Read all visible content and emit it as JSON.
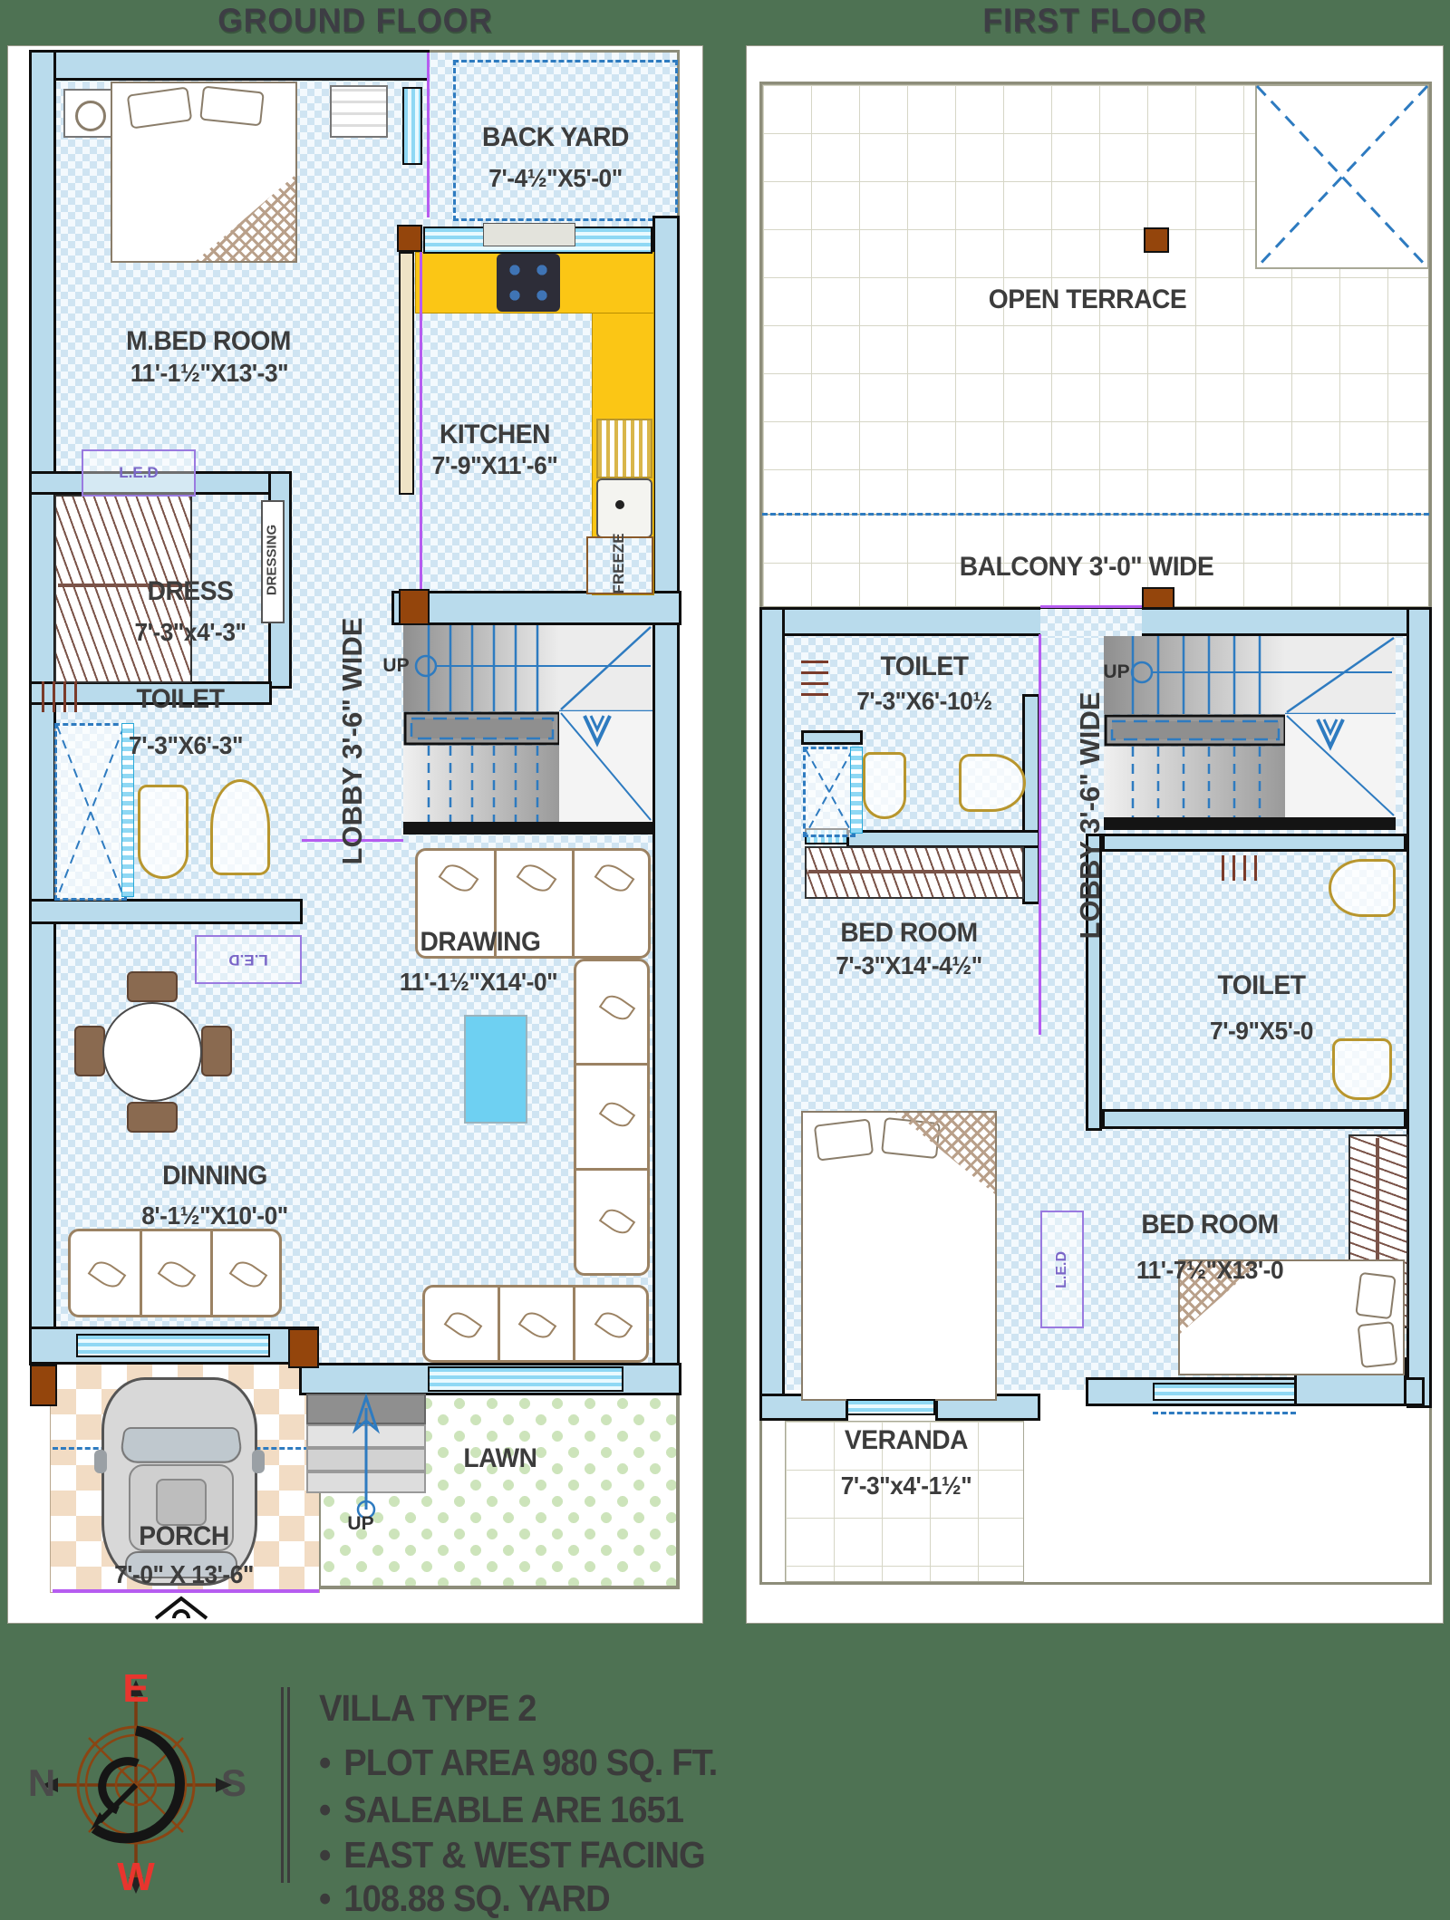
{
  "titles": {
    "ground": "GROUND FLOOR",
    "first": "FIRST FLOOR"
  },
  "gf": {
    "back_yard": {
      "name": "BACK YARD",
      "dim": "7'-4½\"X5'-0\""
    },
    "m_bed": {
      "name": "M.BED ROOM",
      "dim": "11'-1½\"X13'-3\""
    },
    "kitchen": {
      "name": "KITCHEN",
      "dim": "7'-9\"X11'-6\""
    },
    "dress": {
      "name": "DRESS",
      "dim": "7'-3\"x4'-3\""
    },
    "toilet": {
      "name": "TOILET",
      "dim": "7'-3\"X6'-3\""
    },
    "lobby": "LOBBY 3'-6\" WIDE",
    "drawing": {
      "name": "DRAWING",
      "dim": "11'-1½\"X14'-0\""
    },
    "dinning": {
      "name": "DINNING",
      "dim": "8'-1½\"X10'-0\""
    },
    "porch": {
      "name": "PORCH",
      "dim": "7'-0\" X 13'-6\""
    },
    "lawn": "LAWN",
    "up": "UP",
    "led": "L.E.D",
    "dressing": "DRESSING",
    "freeze": "FREEZE"
  },
  "ff": {
    "open_terrace": "OPEN TERRACE",
    "balcony": "BALCONY 3'-0\" WIDE",
    "toilet_top": {
      "name": "TOILET",
      "dim": "7'-3\"X6'-10½"
    },
    "lobby": "LOBBY 3'-6\" WIDE",
    "bed_left": {
      "name": "BED ROOM",
      "dim": "7'-3\"X14'-4½\""
    },
    "toilet_right": {
      "name": "TOILET",
      "dim": "7'-9\"X5'-0"
    },
    "bed_right": {
      "name": "BED ROOM",
      "dim": "11'-7½\"X13'-0"
    },
    "veranda": {
      "name": "VERANDA",
      "dim": "7'-3\"x4'-1½\""
    },
    "up": "UP",
    "led": "L.E.D"
  },
  "compass": {
    "east": "E",
    "west": "W",
    "north": "N",
    "south": "S"
  },
  "info": {
    "title": "VILLA TYPE 2",
    "bullet": "•",
    "bullets": [
      "PLOT AREA 980 SQ. FT.",
      "SALEABLE ARE 1651",
      "EAST & WEST FACING",
      "108.88 SQ. YARD"
    ]
  },
  "colors": {
    "background": "#4E7253",
    "wall": "#B9DBEC",
    "kitchen_counter": "#FBC615",
    "accent_blue": "#2E7BC0",
    "window_cyan": "#8FD8F4",
    "door_brown": "#94450C",
    "porch_beige": "#F2DCC4",
    "lawn_green": "#CDE4BB",
    "floor_checker": "#CFE4F2",
    "rug_cyan": "#6ED0F2",
    "text": "#3C3C3C",
    "compass_red": "#E8352E",
    "compass_brown": "#A0522D"
  }
}
